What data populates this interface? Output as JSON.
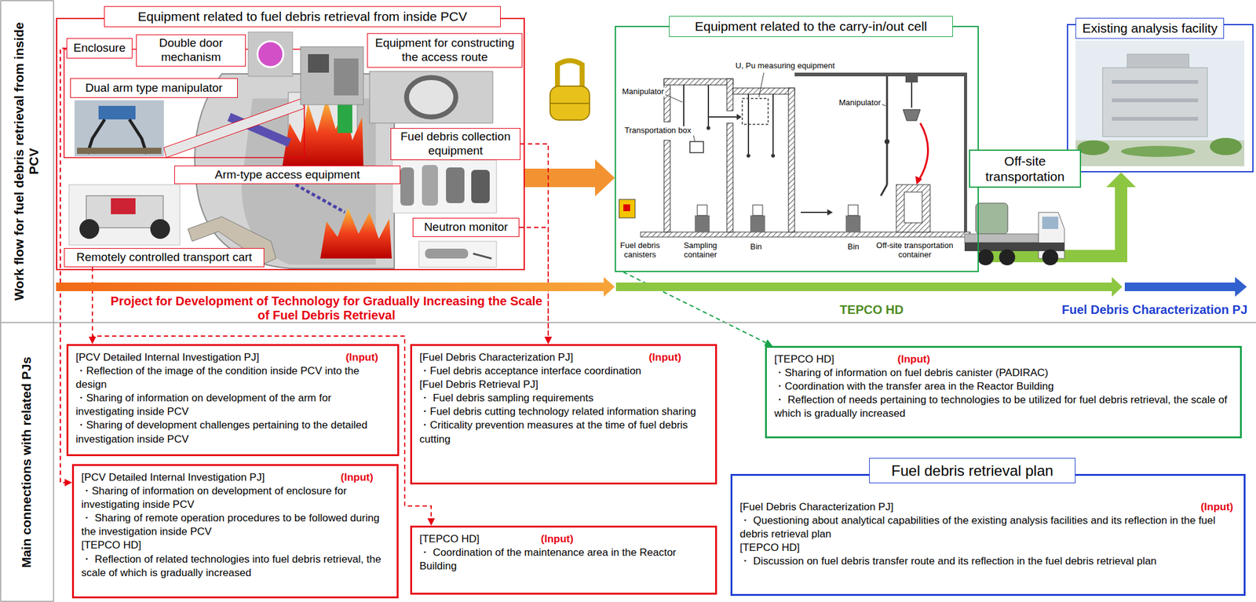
{
  "diagram": {
    "nodes": [
      {
        "text": [
          "Equipment related to fuel debris retrieval from inside PCV"
        ]
      },
      {
        "text": [
          "Enclosure"
        ],
        "in": 0
      },
      {
        "text": [
          "Double door mechanism"
        ],
        "in": 0
      },
      {
        "text": [
          "Equipment for constructing the access route"
        ],
        "in": 0
      },
      {
        "text": [
          "Dual arm type manipulator"
        ],
        "in": 0
      },
      {
        "text": [
          "Fuel debris collection equipment"
        ],
        "in": 0
      },
      {
        "text": [
          "Arm-type access equipment"
        ],
        "in": 0
      },
      {
        "text": [
          "Neutron monitor"
        ],
        "in": 0
      },
      {
        "text": [
          "Remotely controlled transport cart"
        ],
        "in": 0
      },
      {
        "text": [
          "Equipment related to the carry-in/out cell"
        ]
      },
      {
        "text": [
          "Existing analysis facility"
        ]
      },
      {
        "text": [
          "Off-site transportation"
        ]
      },
      {
        "text": [
          "[PCV Detailed Internal Investigation PJ]",
          "(Input)",
          "・Reflection of the image of the condition inside PCV into the design",
          "・Sharing of information on development of the arm for investigating inside PCV",
          "・Sharing of development challenges pertaining to the detailed investigation inside PCV"
        ]
      },
      {
        "text": [
          "[Fuel Debris Characterization PJ]",
          "(Input)",
          "・Fuel debris acceptance interface coordination",
          "[Fuel Debris Retrieval PJ]",
          "・ Fuel debris sampling requirements",
          "・Fuel debris cutting technology related information sharing",
          "・Criticality prevention measures at the time of fuel debris cutting"
        ]
      },
      {
        "text": [
          "[TEPCO HD]",
          "(Input)",
          "・Sharing of information on fuel debris canister (PADIRAC)",
          "・Coordination with the transfer area in the Reactor Building",
          "・ Reflection of needs pertaining to technologies to be utilized for fuel debris retrieval, the scale of which is gradually increased"
        ]
      },
      {
        "text": [
          "[PCV Detailed Internal Investigation PJ]",
          "(Input)",
          "・Sharing of information on development of enclosure for investigating inside PCV",
          "・ Sharing of remote operation procedures to be followed during the investigation inside PCV",
          "[TEPCO HD]",
          "・ Reflection of related technologies into fuel debris retrieval, the scale of which is gradually increased"
        ]
      },
      {
        "text": [
          "[TEPCO HD]",
          "(Input)",
          "・ Coordination of the maintenance area in the Reactor Building"
        ]
      },
      {
        "text": [
          "Fuel debris retrieval plan",
          "[Fuel Debris Characterization PJ]",
          "(Input)",
          "・ Questioning about analytical capabilities of the existing analysis facilities and its reflection in the fuel debris retrieval plan",
          "[TEPCO HD]",
          "・ Discussion on fuel debris transfer route and its reflection in the fuel debris retrieval plan"
        ]
      }
    ],
    "edges": [
      {
        "from": 0,
        "to": 9,
        "arrow": "to"
      },
      {
        "from": 9,
        "to": 10,
        "arrow": "to"
      },
      {
        "from": 1,
        "to": 15,
        "arrow": "to"
      },
      {
        "from": 8,
        "to": 12,
        "arrow": "to"
      },
      {
        "from": 8,
        "to": 16,
        "arrow": "to"
      },
      {
        "from": 5,
        "to": 13,
        "arrow": "to"
      },
      {
        "from": 7,
        "to": 13,
        "arrow": "to"
      },
      {
        "from": 9,
        "to": 14,
        "arrow": "to"
      }
    ],
    "labels": [
      "Work flow for fuel debris retrieval from inside PCV",
      "Main connections with related PJs",
      "Project for Development of Technology for Gradually Increasing the Scale of Fuel Debris Retrieval",
      "TEPCO HD",
      "Fuel Debris Characterization PJ",
      "Manipulator",
      "U, Pu measuring equipment",
      "Transportation box",
      "Manipulator",
      "Fuel debris canisters",
      "Sampling container",
      "Bin",
      "Bin",
      "Off-site transportation container"
    ]
  }
}
